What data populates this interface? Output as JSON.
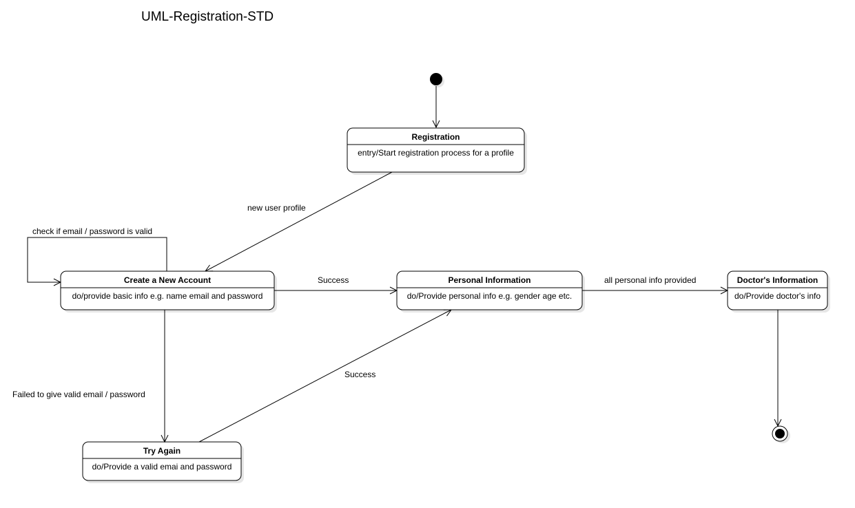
{
  "title": "UML-Registration-STD",
  "states": {
    "registration": {
      "name": "Registration",
      "activity": "entry/Start registration process for a profile"
    },
    "create_account": {
      "name": "Create a New Account",
      "activity": "do/provide basic info e.g. name email and password"
    },
    "personal_info": {
      "name": "Personal Information",
      "activity": "do/Provide personal info e.g. gender age etc."
    },
    "doctors_info": {
      "name": "Doctor's Information",
      "activity": "do/Provide doctor's info"
    },
    "try_again": {
      "name": "Try Again",
      "activity": "do/Provide a valid emai and password"
    }
  },
  "transitions": {
    "new_user_profile": "new user profile",
    "check_valid": "check if email / password is valid",
    "success_account": "Success",
    "all_personal_info": "all personal info provided",
    "failed_valid": "Failed to give valid email / password",
    "success_retry": "Success"
  },
  "colors": {
    "stroke": "#000000",
    "shadow": "#e6e6e6",
    "background": "#ffffff"
  }
}
